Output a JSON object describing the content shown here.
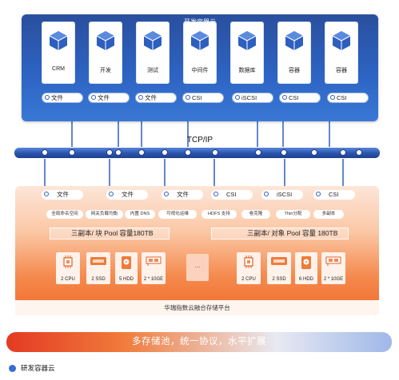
{
  "cloud": {
    "title": "开发容器云",
    "apps": [
      {
        "label": "CRM",
        "protocol": "文件"
      },
      {
        "label": "开发",
        "protocol": "文件"
      },
      {
        "label": "测试",
        "protocol": "文件"
      },
      {
        "label": "中间件",
        "protocol": "CSI"
      },
      {
        "label": "数据库",
        "protocol": "iSCSI"
      },
      {
        "label": "容器",
        "protocol": "CSI"
      },
      {
        "label": "容器",
        "protocol": "CSI"
      }
    ]
  },
  "network": {
    "label": "TCP/IP"
  },
  "storage": {
    "protocols": [
      "文件",
      "文件",
      "文件",
      "CSI",
      "iSCSI",
      "CSI"
    ],
    "features": [
      "全局命名空间",
      "网关负载均衡",
      "内置 DNS",
      "可视化运维",
      "HDFS 支持",
      "卷克隆",
      "Thin分配",
      "多副本"
    ],
    "pools": {
      "block": "三副本/ 块 Pool 容量180TB",
      "object": "三副本/ 对象 Pool 容量 180TB"
    },
    "nodes": [
      {
        "cpu": "2 CPU",
        "ssd": "2 SSD",
        "hdd": "5 HDD",
        "nic": "2 * 10GE"
      },
      {
        "cpu": "2 CPU",
        "ssd": "2 SSD",
        "hdd": "6 HDD",
        "nic": "2 * 10GE"
      }
    ],
    "ellipsis": "...",
    "footer": "华瑞指数云融合存储平台"
  },
  "slogan": "多存储池，统一协议，水平扩展",
  "legend": {
    "label": "研发容器云",
    "color": "#3a6bd1"
  },
  "colors": {
    "cloud_blue": "#2d5fbf",
    "storage_orange": "#f06a2a",
    "connector": "#2d5fbf"
  }
}
